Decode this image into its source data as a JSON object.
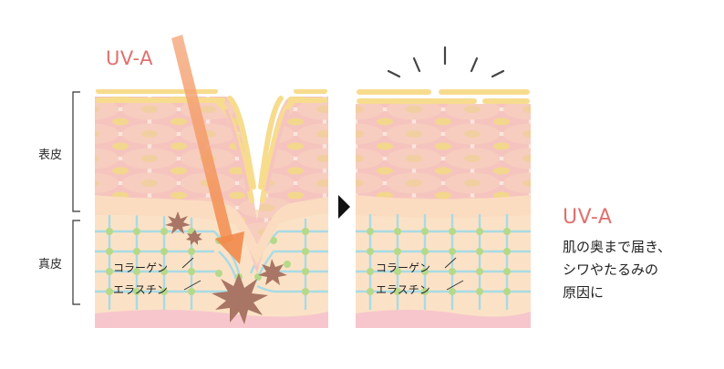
{
  "labels": {
    "uv_top": "UV-A",
    "epidermis": "表皮",
    "dermis": "真皮",
    "collagen": "コラーゲン",
    "elastin": "エラスチン"
  },
  "caption": {
    "title": "UV-A",
    "lines": [
      "肌の奥まで届き、",
      "シワやたるみの",
      "原因に"
    ]
  },
  "colors": {
    "uv_text": "#e0706f",
    "uv_arrow": "#f39a5a",
    "stratum_corneum": "#f7dc8e",
    "epidermis_cell": "#f6c4bf",
    "cell_nucleus": "#f3d78c",
    "dermis": "#fbe2c6",
    "collagen_fiber": "#a8dbe5",
    "elastin_node": "#b5d98a",
    "damage": "#a97564",
    "subcutis": "#f7c6cc"
  },
  "icons": [
    "next-arrow-icon",
    "damage-burst-icon",
    "sparkle-lines-icon"
  ]
}
